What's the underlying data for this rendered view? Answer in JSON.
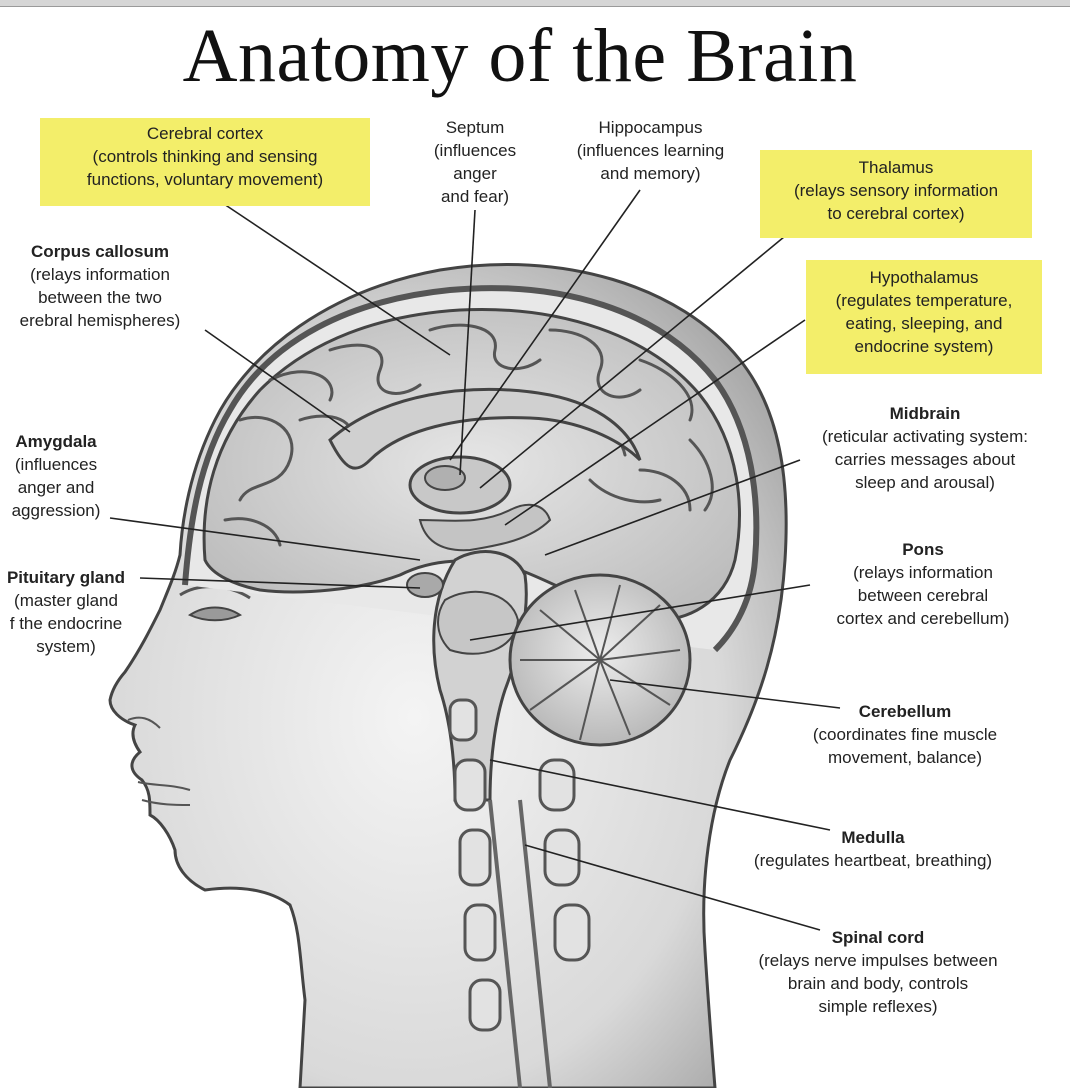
{
  "title": "Anatomy of the Brain",
  "highlight_color": "#f3ee6a",
  "labels": {
    "cerebral_cortex": {
      "name": "Cerebral cortex",
      "desc": "(controls thinking and sensing\nfunctions, voluntary movement)",
      "highlighted": true
    },
    "septum": {
      "name": "Septum",
      "desc": "(influences\nanger\nand fear)",
      "highlighted": false
    },
    "hippocampus": {
      "name": "Hippocampus",
      "desc": "(influences learning\nand memory)",
      "highlighted": false
    },
    "thalamus": {
      "name": "Thalamus",
      "desc": "(relays sensory information\nto cerebral cortex)",
      "highlighted": true
    },
    "corpus_callosum": {
      "name": "Corpus callosum",
      "desc": "(relays information\nbetween the two\nerebral hemispheres)",
      "highlighted": false
    },
    "hypothalamus": {
      "name": "Hypothalamus",
      "desc": "(regulates temperature,\neating, sleeping, and\nendocrine system)",
      "highlighted": true
    },
    "midbrain": {
      "name": "Midbrain",
      "desc": "(reticular activating system:\ncarries messages about\nsleep and arousal)",
      "highlighted": false
    },
    "amygdala": {
      "name": "Amygdala",
      "desc": "(influences\nanger and\naggression)",
      "highlighted": false
    },
    "pons": {
      "name": "Pons",
      "desc": "(relays information\nbetween cerebral\ncortex and cerebellum)",
      "highlighted": false
    },
    "pituitary": {
      "name": "Pituitary gland",
      "desc": "(master gland\nf the endocrine\nsystem)",
      "highlighted": false
    },
    "cerebellum": {
      "name": "Cerebellum",
      "desc": "(coordinates fine muscle\nmovement, balance)",
      "highlighted": false
    },
    "medulla": {
      "name": "Medulla",
      "desc": "(regulates heartbeat, breathing)",
      "highlighted": false
    },
    "spinal_cord": {
      "name": "Spinal cord",
      "desc": "(relays nerve impulses between\nbrain and body, controls\nsimple reflexes)",
      "highlighted": false
    }
  }
}
